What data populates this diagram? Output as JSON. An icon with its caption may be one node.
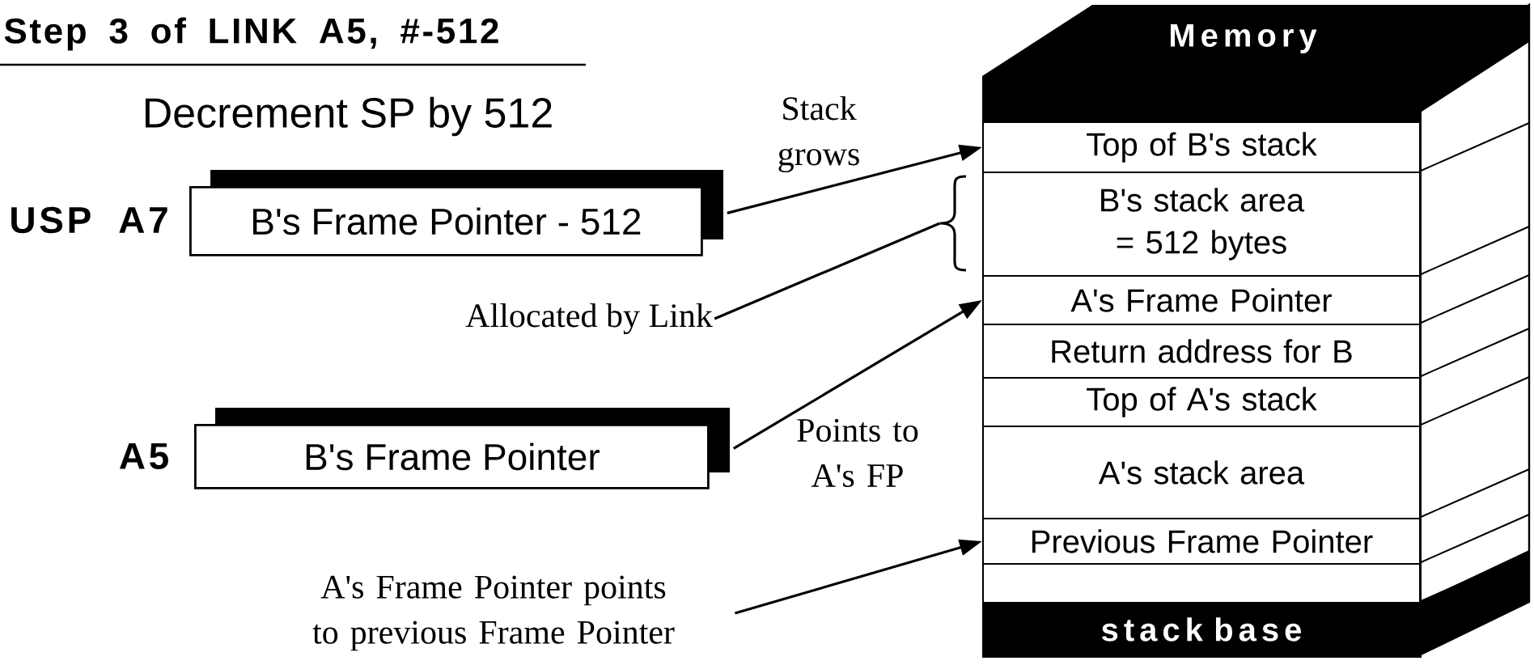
{
  "diagram": {
    "title": "Step 3 of LINK A5, #-512",
    "nodes": [
      {
        "text": [
          "B's Frame Pointer - 512"
        ],
        "beside": [
          "USP A7"
        ]
      },
      {
        "text": [
          "Allocated by Link"
        ]
      },
      {
        "text": [
          "B's Frame Pointer"
        ],
        "beside": [
          "A5"
        ]
      },
      {
        "text": [
          "A's Frame Pointer points to previous Frame Pointer"
        ]
      },
      {
        "text": [
          "Memory"
        ]
      },
      {
        "text": [
          "Top of B's stack"
        ],
        "in": 4
      },
      {
        "text": [
          "B's stack area = 512 bytes"
        ],
        "in": 4
      },
      {
        "text": [
          "A's Frame Pointer"
        ],
        "in": 4
      },
      {
        "text": [
          "Return address for B"
        ],
        "in": 4
      },
      {
        "text": [
          "Top of A's stack"
        ],
        "in": 4
      },
      {
        "text": [
          "A's stack area"
        ],
        "in": 4
      },
      {
        "text": [
          "Previous Frame Pointer"
        ],
        "in": 4
      },
      {
        "text": [],
        "shape": "box",
        "in": 4
      },
      {
        "text": [
          "stack base"
        ],
        "in": 4
      },
      {
        "text": [],
        "shape": "brace"
      }
    ],
    "edges": [
      {
        "from": 0,
        "to": 5,
        "arrow": "to",
        "label": "Stack grows"
      },
      {
        "from": 1,
        "to": 14,
        "arrow": "none"
      },
      {
        "from": 2,
        "to": 7,
        "arrow": "to",
        "label": "Points to A's FP"
      },
      {
        "from": 3,
        "to": 11,
        "arrow": "to"
      }
    ],
    "labels": [
      "Decrement SP by 512"
    ]
  }
}
